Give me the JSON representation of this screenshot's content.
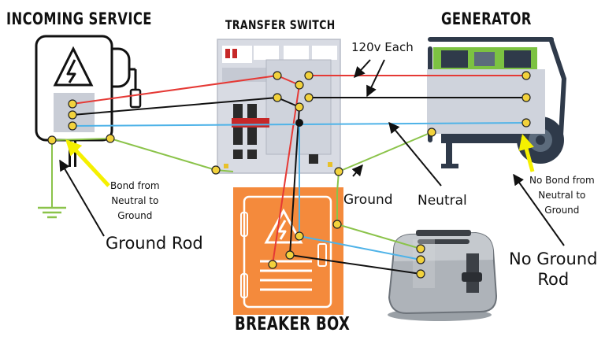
{
  "titles": {
    "incoming_service": "INCOMING SERVICE",
    "transfer_switch": "TRANSFER SWITCH",
    "generator": "GENERATOR",
    "breaker_box": "BREAKER BOX"
  },
  "annotations": {
    "voltage_each": "120v Each",
    "ground": "Ground",
    "neutral": "Neutral",
    "bond_neutral_ground": [
      "Bond from",
      "Neutral to",
      "Ground"
    ],
    "ground_rod": "Ground Rod",
    "no_bond": [
      "No Bond from",
      "Neutral to",
      "Ground"
    ],
    "no_ground_rod": [
      "No Ground",
      "Rod"
    ]
  },
  "colors": {
    "hot": "#e53935",
    "hot_2": "#111111",
    "neutral": "#4fb3e8",
    "ground": "#8bc34a",
    "terminal": "#f2d23c",
    "bond_arrow": "#f5f000",
    "breaker_box": "#f48a3c",
    "generator": "#7cc242"
  }
}
